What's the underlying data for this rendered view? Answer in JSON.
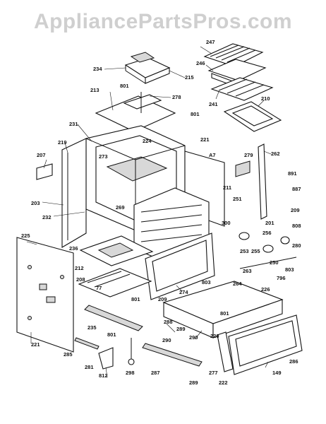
{
  "watermark": "AppliancePartsPros.com",
  "labels": [
    "234",
    "215",
    "247",
    "246",
    "241",
    "210",
    "213",
    "801",
    "278",
    "801",
    "231",
    "224",
    "221",
    "207",
    "219",
    "273",
    "A7",
    "279",
    "262",
    "891",
    "211",
    "887",
    "251",
    "203",
    "269",
    "209",
    "300",
    "232",
    "201",
    "808",
    "225",
    "256",
    "236",
    "253",
    "255",
    "250",
    "212",
    "280",
    "263",
    "803",
    "796",
    "208",
    "77",
    "274",
    "803",
    "264",
    "226",
    "801",
    "209",
    "801",
    "288",
    "289",
    "235",
    "220",
    "290",
    "801",
    "290",
    "221",
    "285",
    "298",
    "281",
    "812",
    "287",
    "289",
    "277",
    "222",
    "149",
    "286"
  ]
}
